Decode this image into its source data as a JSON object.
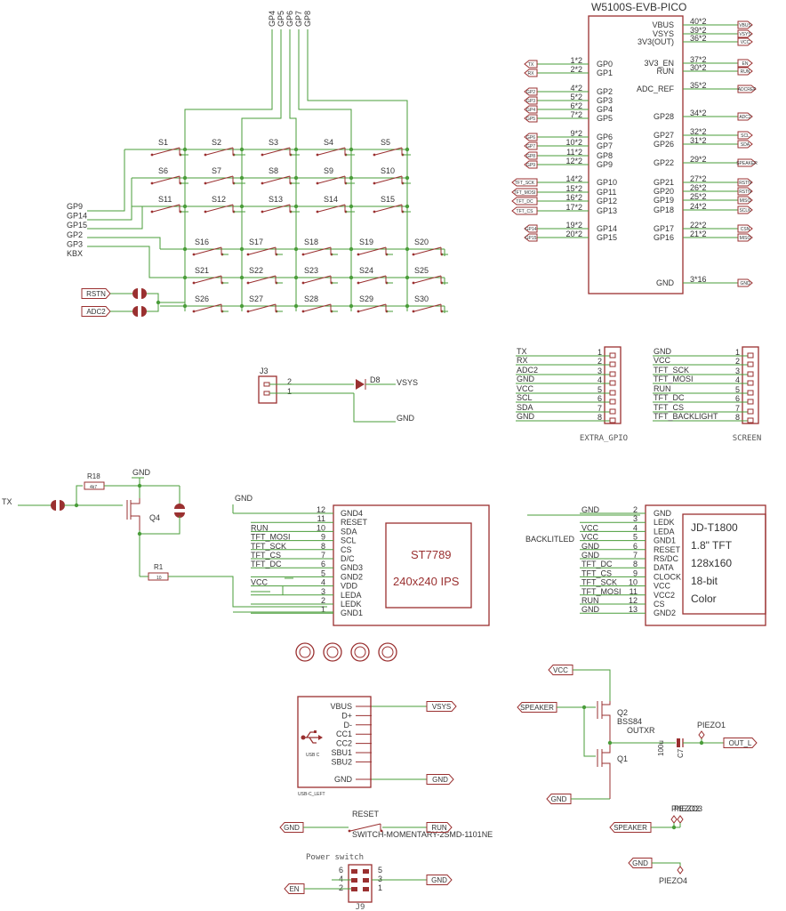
{
  "keypad": {
    "col_labels": [
      "GP4",
      "GP5",
      "GP6",
      "GP7",
      "GP8"
    ],
    "row_labels": [
      "GP9",
      "GP14",
      "GP15",
      "GP2",
      "GP3",
      "KBX"
    ],
    "switches": [
      "S1",
      "S2",
      "S3",
      "S4",
      "S5",
      "S6",
      "S7",
      "S8",
      "S9",
      "S10",
      "S11",
      "S12",
      "S13",
      "S14",
      "S15",
      "S16",
      "S17",
      "S18",
      "S19",
      "S20",
      "S21",
      "S22",
      "S23",
      "S24",
      "S25",
      "S26",
      "S27",
      "S28",
      "S29",
      "S30"
    ],
    "ports": [
      "RSTN",
      "ADC2"
    ]
  },
  "mcu": {
    "title": "W5100S-EVB-PICO",
    "left_pins": [
      {
        "num": "1*2",
        "name": "GP0",
        "net": "TX"
      },
      {
        "num": "2*2",
        "name": "GP1",
        "net": "RX"
      },
      {
        "num": "4*2",
        "name": "GP2",
        "net": "GP2"
      },
      {
        "num": "5*2",
        "name": "GP3",
        "net": "GP3"
      },
      {
        "num": "6*2",
        "name": "GP4",
        "net": "GP4"
      },
      {
        "num": "7*2",
        "name": "GP5",
        "net": "GP5"
      },
      {
        "num": "9*2",
        "name": "GP6",
        "net": "GP6"
      },
      {
        "num": "10*2",
        "name": "GP7",
        "net": "GP7"
      },
      {
        "num": "11*2",
        "name": "GP8",
        "net": "GP8"
      },
      {
        "num": "12*2",
        "name": "GP9",
        "net": "GP9"
      },
      {
        "num": "14*2",
        "name": "GP10",
        "net": "TFT_SCK"
      },
      {
        "num": "15*2",
        "name": "GP11",
        "net": "TFT_MOSI"
      },
      {
        "num": "16*2",
        "name": "GP12",
        "net": "TFT_DC"
      },
      {
        "num": "17*2",
        "name": "GP13",
        "net": "TFT_CS"
      },
      {
        "num": "19*2",
        "name": "GP14",
        "net": "GP14"
      },
      {
        "num": "20*2",
        "name": "GP15",
        "net": "GP15"
      }
    ],
    "right_pins": [
      {
        "num": "40*2",
        "name": "VBUS",
        "net": "VBUS"
      },
      {
        "num": "39*2",
        "name": "VSYS",
        "net": "VSYS"
      },
      {
        "num": "36*2",
        "name": "3V3(OUT)",
        "net": "VCC"
      },
      {
        "num": "37*2",
        "name": "3V3_EN",
        "net": "EN"
      },
      {
        "num": "30*2",
        "name": "RUN",
        "net": "RUN"
      },
      {
        "num": "35*2",
        "name": "ADC_REF",
        "net": "ADCREF"
      },
      {
        "num": "34*2",
        "name": "GP28",
        "net": "ADC2"
      },
      {
        "num": "32*2",
        "name": "GP27",
        "net": "SCL"
      },
      {
        "num": "31*2",
        "name": "GP26",
        "net": "SDA"
      },
      {
        "num": "29*2",
        "name": "GP22",
        "net": "SPEAKER"
      },
      {
        "num": "27*2",
        "name": "GP21",
        "net": "RSTN"
      },
      {
        "num": "26*2",
        "name": "GP20",
        "net": "RSTN"
      },
      {
        "num": "25*2",
        "name": "GP19",
        "net": "MISO"
      },
      {
        "num": "24*2",
        "name": "GP18",
        "net": "SCLK"
      },
      {
        "num": "22*2",
        "name": "GP17",
        "net": "CSN"
      },
      {
        "num": "21*2",
        "name": "GP16",
        "net": "MISO"
      },
      {
        "num": "3*16",
        "name": "GND",
        "net": "GND"
      }
    ]
  },
  "extra_gpio": {
    "title": "EXTRA_GPIO",
    "nets": [
      "TX",
      "RX",
      "ADC2",
      "GND",
      "VCC",
      "SCL",
      "SDA",
      "GND"
    ],
    "pins": [
      "1",
      "2",
      "3",
      "4",
      "5",
      "6",
      "7",
      "8"
    ]
  },
  "screen_conn": {
    "title": "SCREEN",
    "nets": [
      "GND",
      "VCC",
      "TFT_SCK",
      "TFT_MOSI",
      "RUN",
      "TFT_DC",
      "TFT_CS",
      "TFT_BACKLIGHT"
    ],
    "pins": [
      "1",
      "2",
      "3",
      "4",
      "5",
      "6",
      "7",
      "8"
    ]
  },
  "j3": {
    "ref": "J3",
    "pins": [
      "2",
      "1"
    ],
    "diode": "D8",
    "vsys": "VSYS",
    "gnd": "GND"
  },
  "backlight": {
    "tx": "TX",
    "r18": "R18",
    "r18_val": "4k7",
    "gnd": "GND",
    "q4": "Q4",
    "r1": "R1",
    "r1_val": "10"
  },
  "st7789": {
    "title": "ST7789",
    "subtitle": "240x240 IPS",
    "gnd_label": "GND",
    "pins": [
      {
        "num": "12",
        "name": "GND4",
        "net": ""
      },
      {
        "num": "11",
        "name": "RESET",
        "net": ""
      },
      {
        "num": "10",
        "name": "SDA",
        "net": "RUN"
      },
      {
        "num": "9",
        "name": "SCL",
        "net": "TFT_MOSI"
      },
      {
        "num": "8",
        "name": "CS",
        "net": "TFT_SCK"
      },
      {
        "num": "7",
        "name": "D/C",
        "net": "TFT_CS"
      },
      {
        "num": "6",
        "name": "GND3",
        "net": "TFT_DC"
      },
      {
        "num": "5",
        "name": "GND2",
        "net": ""
      },
      {
        "num": "4",
        "name": "VDD",
        "net": "VCC"
      },
      {
        "num": "3",
        "name": "LEDA",
        "net": ""
      },
      {
        "num": "2",
        "name": "LEDK",
        "net": ""
      },
      {
        "num": "1",
        "name": "GND1",
        "net": ""
      }
    ]
  },
  "jdt": {
    "lines": [
      "JD-T1800",
      "1.8\" TFT",
      "128x160",
      "18-bit",
      "Color"
    ],
    "backlit": "BACKLITLED",
    "pins": [
      {
        "num": "2",
        "name": "GND",
        "net": "GND"
      },
      {
        "num": "3",
        "name": "LEDK",
        "net": ""
      },
      {
        "num": "4",
        "name": "LEDA",
        "net": "VCC"
      },
      {
        "num": "5",
        "name": "GND1",
        "net": "VCC"
      },
      {
        "num": "6",
        "name": "RESET",
        "net": "GND"
      },
      {
        "num": "7",
        "name": "RS/DC",
        "net": "GND"
      },
      {
        "num": "8",
        "name": "DATA",
        "net": "TFT_DC"
      },
      {
        "num": "9",
        "name": "CLOCK",
        "net": "TFT_CS"
      },
      {
        "num": "10",
        "name": "VCC",
        "net": "TFT_SCK"
      },
      {
        "num": "11",
        "name": "VCC2",
        "net": "TFT_MOSI"
      },
      {
        "num": "12",
        "name": "CS",
        "net": "RUN"
      },
      {
        "num": "13",
        "name": "GND2",
        "net": "GND"
      }
    ]
  },
  "usbc": {
    "pins": [
      "VBUS",
      "D+",
      "D-",
      "CC1",
      "CC2",
      "SBU1",
      "SBU2",
      "GND"
    ],
    "label": "USB C",
    "ref": "USB-C_LEFT",
    "vsys": "VSYS",
    "gnd": "GND"
  },
  "amp": {
    "vcc": "VCC",
    "speaker": "SPEAKER",
    "gnd": "GND",
    "q2": "Q2",
    "q2_part": "BSS84",
    "outxr": "OUTXR",
    "q1": "Q1",
    "c7": "C7",
    "c7_val": "100u",
    "piezo1": "PIEZO1",
    "out": "OUT_L"
  },
  "reset": {
    "gnd": "GND",
    "label": "RESET",
    "part": "SWITCH-MOMENTARY-2SMD-1101NE",
    "run": "RUN"
  },
  "piezo": {
    "speaker": "SPEAKER",
    "piezo3": "PIEZO3",
    "piezo2": "PIEZO2",
    "gnd": "GND",
    "piezo4": "PIEZO4"
  },
  "power": {
    "title": "Power switch",
    "pins_top": [
      "6",
      "5"
    ],
    "pins_mid": [
      "4",
      "3"
    ],
    "pins_bot": [
      "2",
      "1"
    ],
    "en": "EN",
    "gnd": "GND",
    "ref": "J9"
  }
}
